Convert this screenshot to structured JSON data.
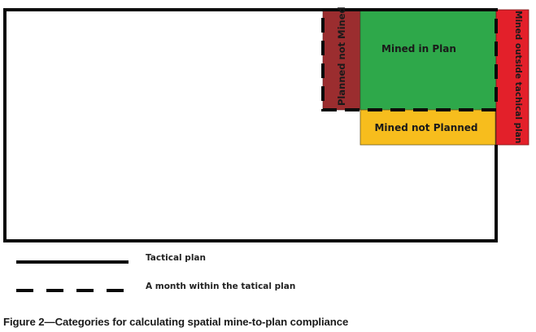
{
  "diagram": {
    "regions": [
      {
        "id": "planned-not-mined",
        "label": "Planned not Mined",
        "color": "#9b2d2f"
      },
      {
        "id": "mined-in-plan",
        "label": "Mined in Plan",
        "color": "#2ea84a"
      },
      {
        "id": "mined-not-planned",
        "label": "Mined not Planned",
        "color": "#f7bd1d"
      },
      {
        "id": "mined-outside-tactical-plan",
        "label": "Mined outside tachical plan",
        "color": "#e3202a"
      }
    ]
  },
  "legend": {
    "items": [
      {
        "style": "solid",
        "label": "Tactical plan"
      },
      {
        "style": "dashed",
        "label": "A month within the tatical plan"
      }
    ]
  },
  "caption": "Figure 2—Categories for calculating spatial mine-to-plan compliance"
}
